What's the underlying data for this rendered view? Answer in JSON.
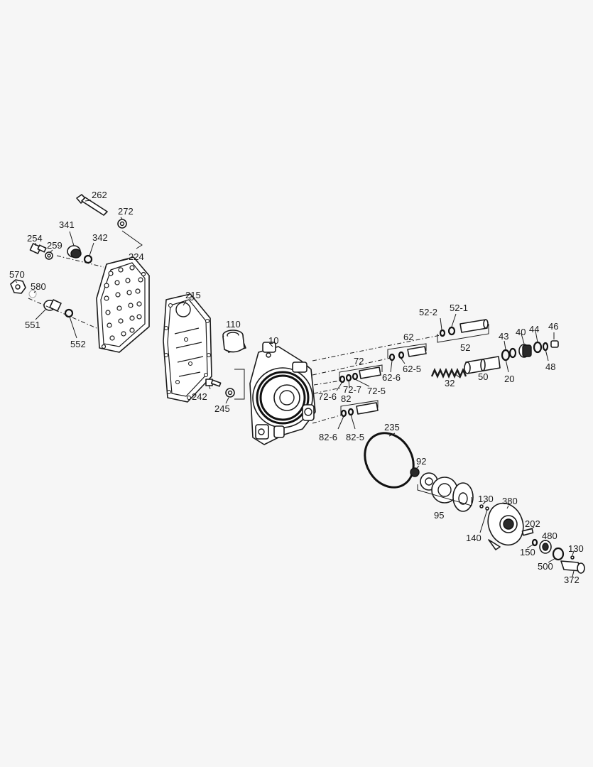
{
  "callouts": {
    "c262": "262",
    "c272": "272",
    "c341": "341",
    "c342": "342",
    "c254": "254",
    "c259": "259",
    "c224": "224",
    "c570": "570",
    "c580": "580",
    "c551": "551",
    "c552": "552",
    "c215": "215",
    "c110": "110",
    "c10": "10",
    "c242": "242",
    "c245": "245",
    "c52_2": "52-2",
    "c52_1": "52-1",
    "c52": "52",
    "c62": "62",
    "c62_6": "62-6",
    "c62_5": "62-5",
    "c72": "72",
    "c72_6": "72-6",
    "c72_7": "72-7",
    "c72_5": "72-5",
    "c82": "82",
    "c82_6": "82-6",
    "c82_5": "82-5",
    "c43": "43",
    "c40": "40",
    "c44": "44",
    "c46": "46",
    "c48": "48",
    "c20": "20",
    "c50": "50",
    "c32": "32",
    "c235": "235",
    "c92": "92",
    "c95": "95",
    "c130a": "130",
    "c140": "140",
    "c380": "380",
    "c202": "202",
    "c480": "480",
    "c150": "150",
    "c500": "500",
    "c130b": "130",
    "c372": "372"
  }
}
